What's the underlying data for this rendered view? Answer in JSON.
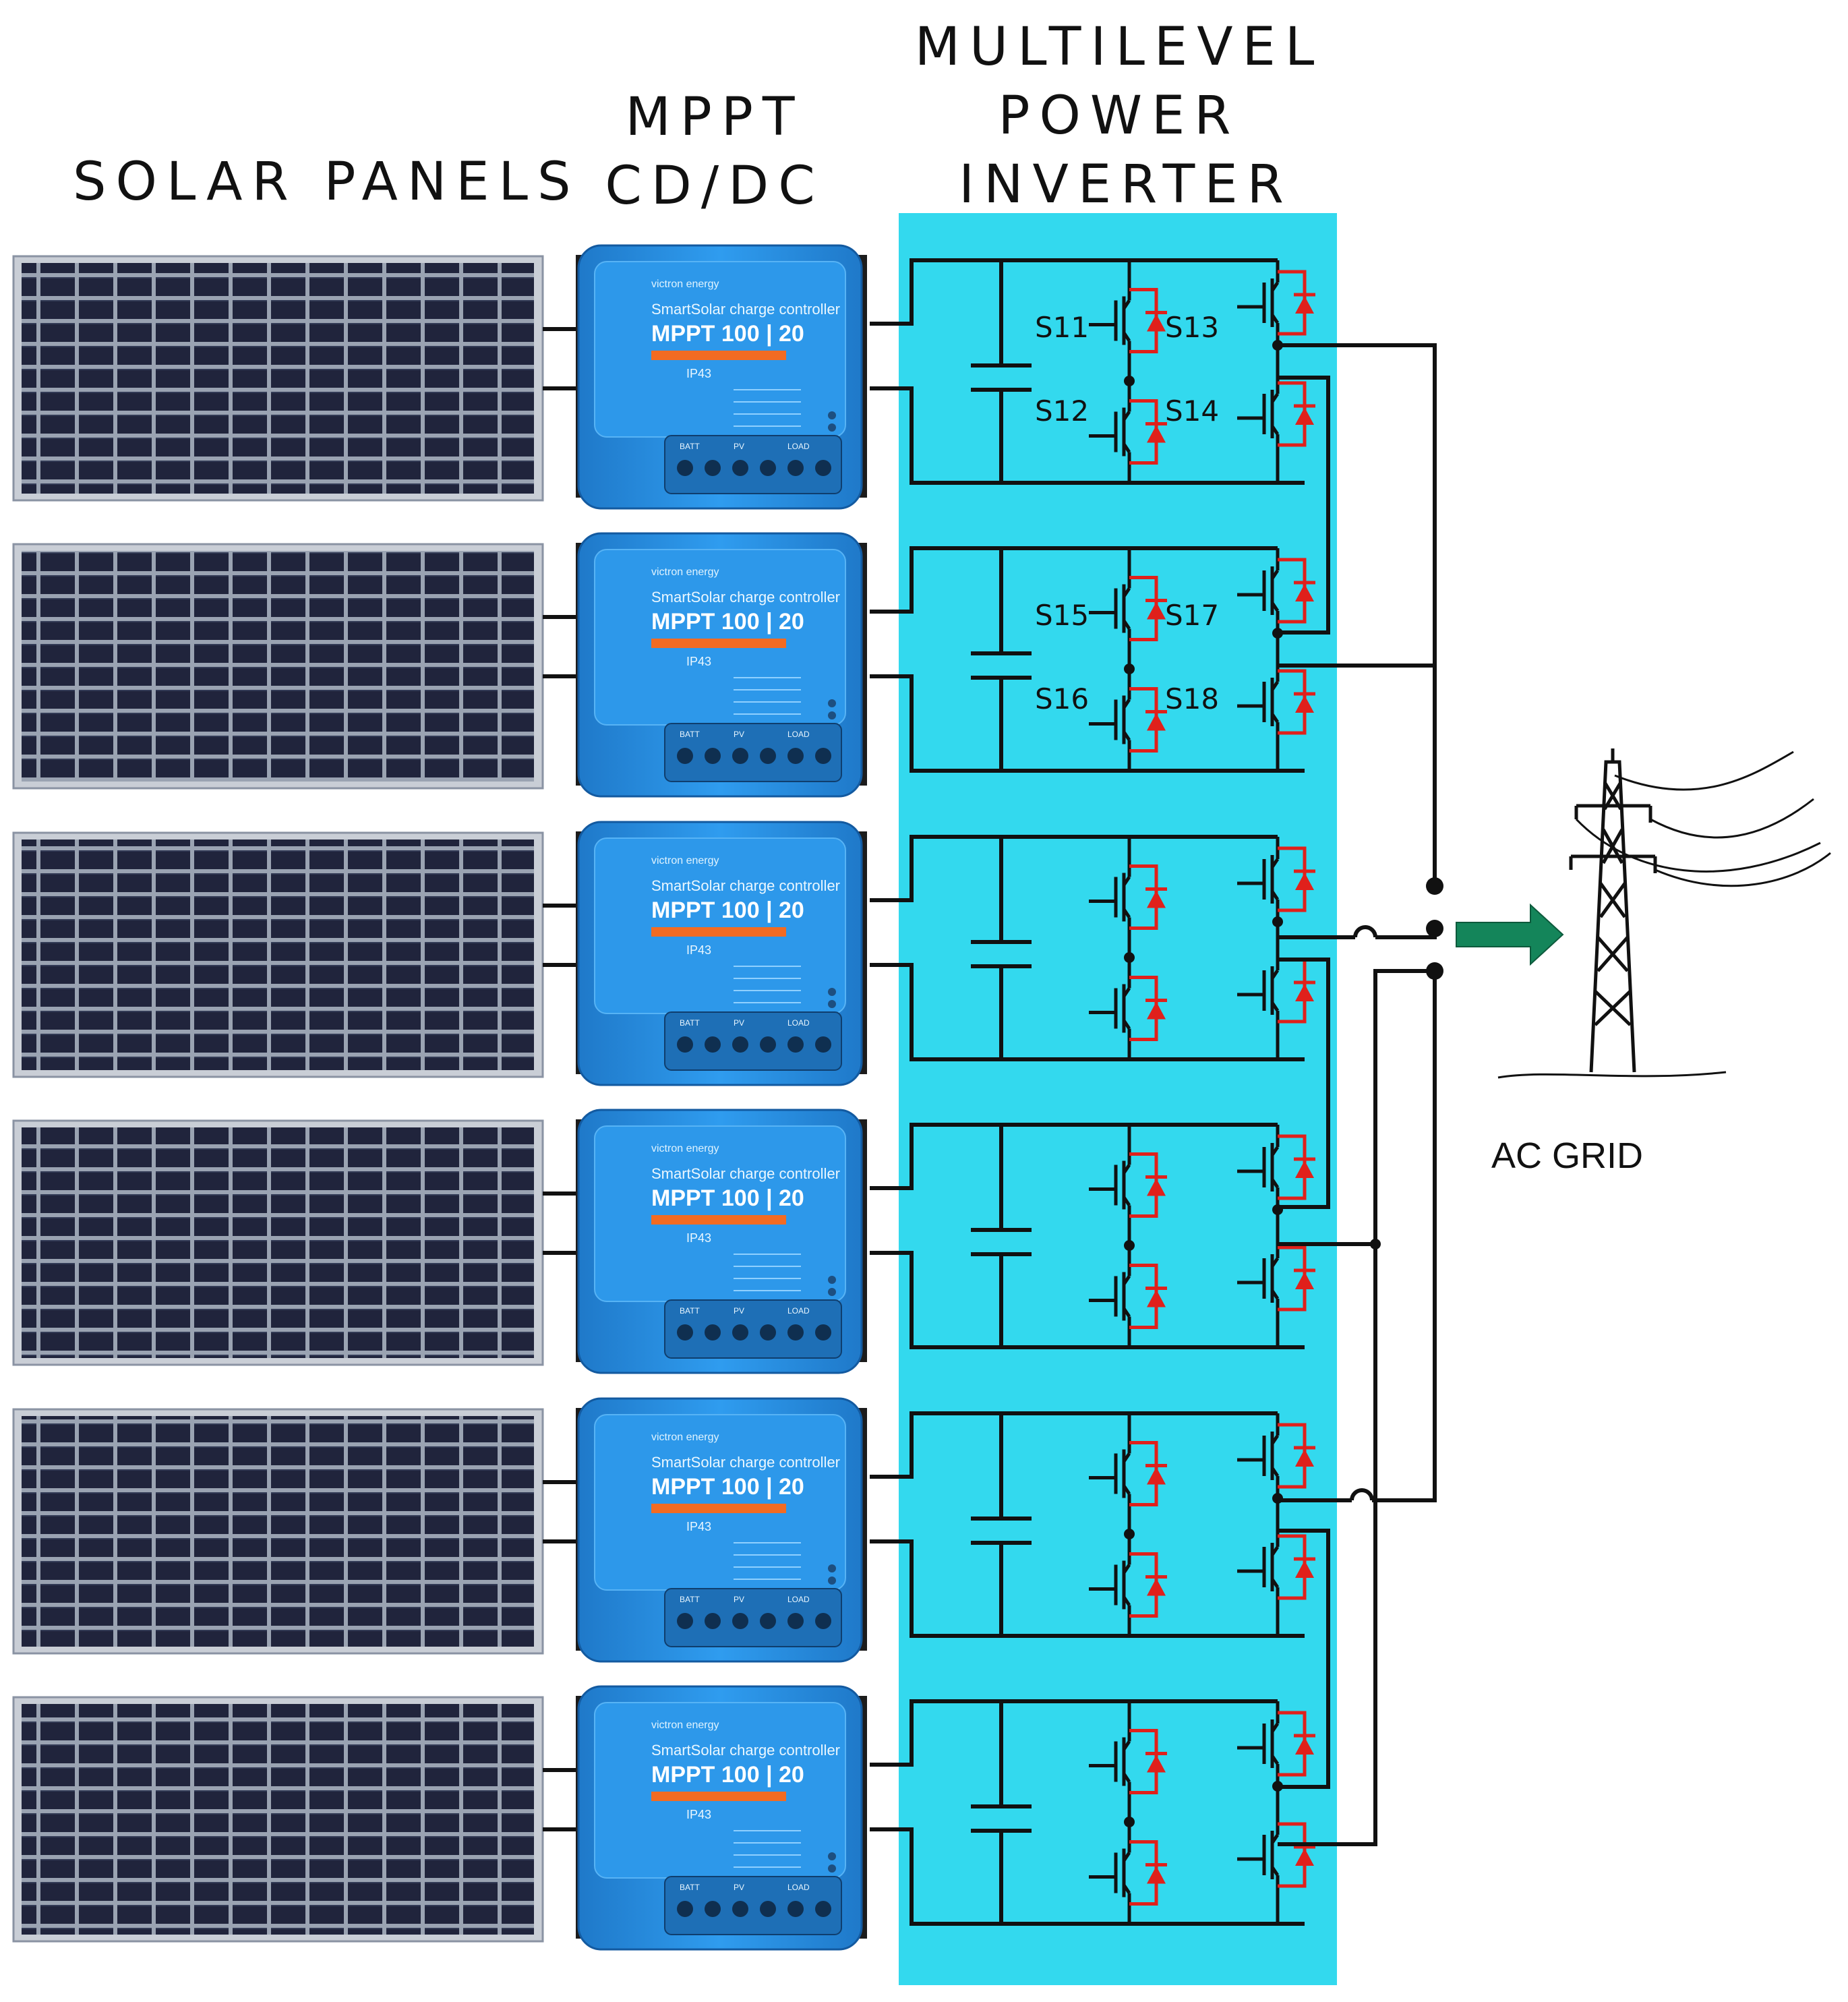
{
  "headers": {
    "solar_panels": "SOLAR PANELS",
    "mppt_line1": "MPPT",
    "mppt_line2": "CD/DC",
    "inverter_line1": "MULTILEVEL",
    "inverter_line2": "POWER",
    "inverter_line3": "INVERTER"
  },
  "mppt": {
    "brand": "victron energy",
    "controller": "SmartSolar charge controller",
    "model": "MPPT 100 | 20",
    "ip_rating": "IP43",
    "terminals": [
      "BATT",
      "PV",
      "LOAD"
    ]
  },
  "switch_labels": [
    [
      "S11",
      "S13",
      "S12",
      "S14"
    ],
    [
      "S15",
      "S17",
      "S16",
      "S18"
    ]
  ],
  "grid": {
    "label": "AC GRID"
  },
  "colors": {
    "inverter_bg": "#33d9ee",
    "mppt_body": "#2a8fe0",
    "mppt_bar": "#f26b22",
    "panel_cell": "#20243c",
    "arrow": "#14855a",
    "diode": "#e0201b"
  }
}
